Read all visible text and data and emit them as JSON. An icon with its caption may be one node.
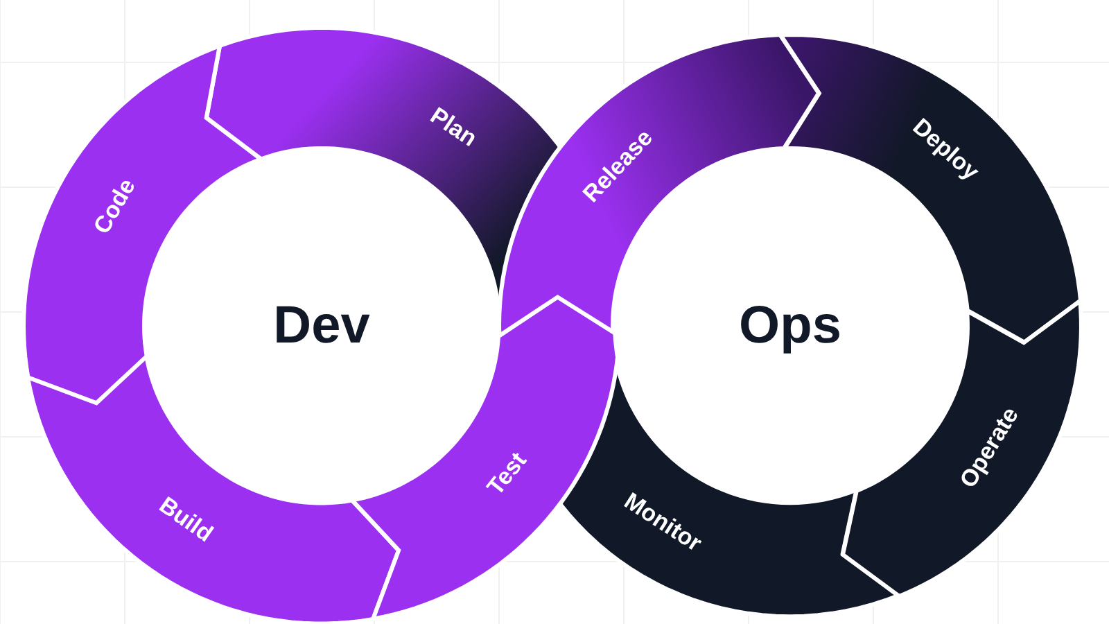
{
  "diagram": {
    "nodes": [
      {
        "text": [
          "Dev"
        ]
      },
      {
        "text": [
          "Plan"
        ]
      },
      {
        "text": [
          "Code"
        ]
      },
      {
        "text": [
          "Build"
        ]
      },
      {
        "text": [
          "Test"
        ]
      },
      {
        "text": [
          "Ops"
        ]
      },
      {
        "text": [
          "Release"
        ]
      },
      {
        "text": [
          "Deploy"
        ]
      },
      {
        "text": [
          "Operate"
        ]
      },
      {
        "text": [
          "Monitor"
        ]
      }
    ]
  }
}
